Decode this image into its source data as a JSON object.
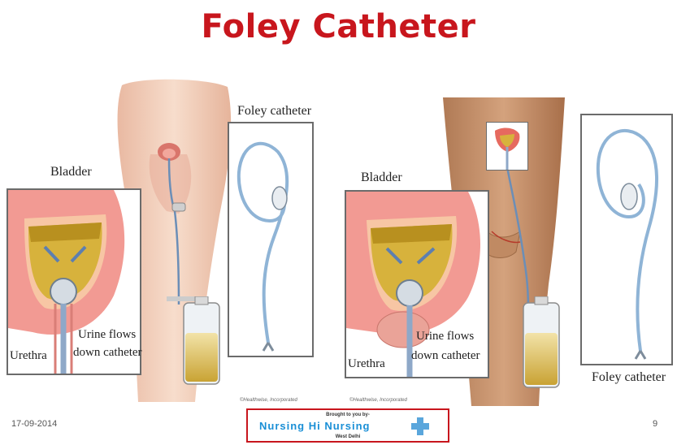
{
  "title": "Foley Catheter",
  "left_figure": {
    "bladder_label": "Bladder",
    "catheter_label": "Foley catheter",
    "urine_label_1": "Urine flows",
    "urine_label_2": "down catheter",
    "urethra_label": "Urethra",
    "credit": "©Healthwise, Incorporated"
  },
  "right_figure": {
    "bladder_label": "Bladder",
    "catheter_label": "Foley catheter",
    "urine_label_1": "Urine flows",
    "urine_label_2": "down catheter",
    "urethra_label": "Urethra",
    "credit": "©Healthwise, Incorporated"
  },
  "footer": {
    "date": "17-09-2014",
    "page": "9",
    "banner_top": "Brought to you by-",
    "banner_main": "Nursing Hi Nursing",
    "banner_bottom": "West Delhi"
  },
  "colors": {
    "title": "#c8161d",
    "banner_text": "#1a8fd6",
    "skin_light": "#f3d2bf",
    "skin_dark": "#c89570",
    "bladder_outer": "#f29a93",
    "urine": "#d7b23c"
  }
}
